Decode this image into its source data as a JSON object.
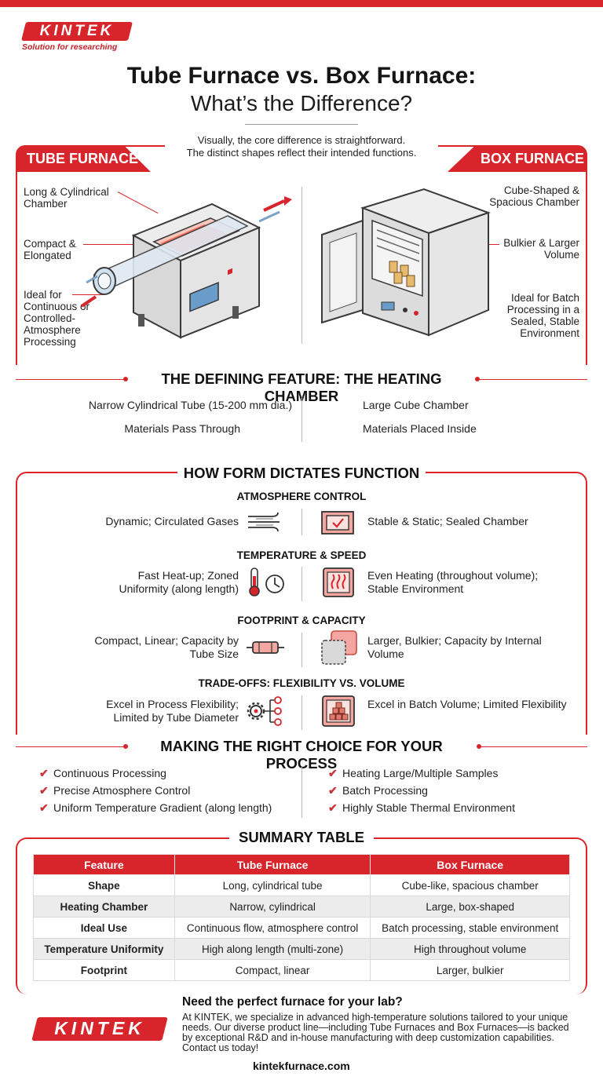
{
  "brand": {
    "logo": "KINTEK",
    "tagline": "Solution for researching",
    "accent_color": "#d7252b"
  },
  "title": {
    "line1": "Tube Furnace vs. Box Furnace:",
    "line2": "What’s the Difference?"
  },
  "intro": {
    "line1": "Visually, the core difference is straightforward.",
    "line2": "The distinct shapes reflect their intended functions."
  },
  "tube": {
    "tab": "TUBE FURNACE",
    "labels": [
      "Long & Cylindrical Chamber",
      "Compact & Elongated",
      "Ideal for Continuous or Controlled-Atmosphere Processing"
    ]
  },
  "box": {
    "tab": "BOX FURNACE",
    "labels": [
      "Cube-Shaped & Spacious Chamber",
      "Bulkier & Larger Volume",
      "Ideal for Batch Processing in a Sealed, Stable Environment"
    ]
  },
  "defining": {
    "heading": "THE DEFINING FEATURE: THE HEATING CHAMBER",
    "tube_lines": [
      "Narrow Cylindrical Tube (15-200 mm dia.)",
      "Materials Pass Through"
    ],
    "box_lines": [
      "Large Cube Chamber",
      "Materials Placed Inside"
    ]
  },
  "function": {
    "heading": "HOW FORM DICTATES FUNCTION",
    "rows": [
      {
        "title": "ATMOSPHERE CONTROL",
        "tube": "Dynamic; Circulated Gases",
        "box": "Stable & Static; Sealed Chamber",
        "tube_icon": "airflow-icon",
        "box_icon": "sealed-chamber-icon"
      },
      {
        "title": "TEMPERATURE & SPEED",
        "tube": "Fast Heat-up; Zoned Uniformity (along length)",
        "box": "Even Heating (throughout volume); Stable Environment",
        "tube_icon": "thermometer-clock-icon",
        "box_icon": "heat-waves-icon"
      },
      {
        "title": "FOOTPRINT & CAPACITY",
        "tube": "Compact, Linear; Capacity by Tube Size",
        "box": "Larger, Bulkier; Capacity by Internal Volume",
        "tube_icon": "tube-icon",
        "box_icon": "stacked-squares-icon"
      },
      {
        "title": "TRADE-OFFS: FLEXIBILITY VS. VOLUME",
        "tube": "Excel in Process Flexibility; Limited by Tube Diameter",
        "box": "Excel in Batch Volume; Limited Flexibility",
        "tube_icon": "gear-network-icon",
        "box_icon": "boxes-icon"
      }
    ]
  },
  "choice": {
    "heading": "MAKING THE RIGHT CHOICE FOR YOUR PROCESS",
    "tube_items": [
      "Continuous Processing",
      "Precise Atmosphere Control",
      "Uniform Temperature Gradient (along length)"
    ],
    "box_items": [
      "Heating Large/Multiple Samples",
      "Batch Processing",
      "Highly Stable Thermal Environment"
    ]
  },
  "summary": {
    "heading": "SUMMARY TABLE",
    "columns": [
      "Feature",
      "Tube Furnace",
      "Box Furnace"
    ],
    "rows": [
      [
        "Shape",
        "Long, cylindrical tube",
        "Cube-like, spacious chamber"
      ],
      [
        "Heating Chamber",
        "Narrow, cylindrical",
        "Large, box-shaped"
      ],
      [
        "Ideal Use",
        "Continuous flow, atmosphere control",
        "Batch processing, stable environment"
      ],
      [
        "Temperature Uniformity",
        "High along length (multi-zone)",
        "High throughout volume"
      ],
      [
        "Footprint",
        "Compact, linear",
        "Larger, bulkier"
      ]
    ]
  },
  "cta": {
    "title": "Need the perfect furnace for your lab?",
    "body": "At KINTEK, we specialize in advanced high-temperature solutions tailored to your unique needs. Our diverse product line—including Tube Furnaces and Box Furnaces—is backed by exceptional R&D and in-house manufacturing with deep customization capabilities. Contact us today!",
    "url": "kintekfurnace.com"
  }
}
